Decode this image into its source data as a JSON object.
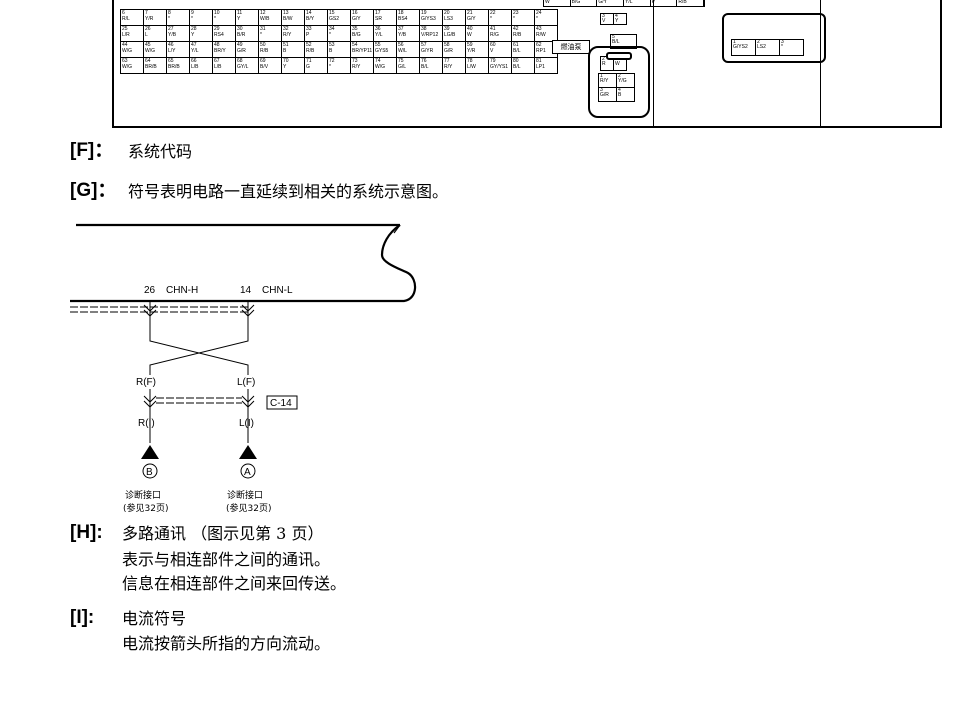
{
  "connector_table": {
    "rows": [
      [
        [
          "6",
          "R/L"
        ],
        [
          "7",
          "Y/R"
        ],
        [
          "8",
          "*"
        ],
        [
          "9",
          "*"
        ],
        [
          "10",
          "*"
        ],
        [
          "11",
          "Y"
        ],
        [
          "12",
          "W/B"
        ],
        [
          "13",
          "B/W"
        ],
        [
          "14",
          "B/Y"
        ],
        [
          "15",
          "GS2"
        ],
        [
          "16",
          "G/Y"
        ],
        [
          "17",
          "SR"
        ],
        [
          "18",
          "BS4"
        ],
        [
          "19",
          "G/YS3"
        ],
        [
          "20",
          "LS3"
        ],
        [
          "21",
          "G/Y"
        ],
        [
          "22",
          "*"
        ],
        [
          "23",
          "*"
        ],
        [
          "24",
          "*"
        ]
      ],
      [
        [
          "25",
          "L/R"
        ],
        [
          "26",
          "L"
        ],
        [
          "27",
          "Y/B"
        ],
        [
          "28",
          "Y"
        ],
        [
          "29",
          "RS4"
        ],
        [
          "30",
          "B/R"
        ],
        [
          "31",
          "*"
        ],
        [
          "32",
          "R/Y"
        ],
        [
          "33",
          "P"
        ],
        [
          "34",
          "*"
        ],
        [
          "35",
          "B/G"
        ],
        [
          "36",
          "Y/L"
        ],
        [
          "37",
          "Y/B"
        ],
        [
          "38",
          "V/RP12"
        ],
        [
          "39",
          "LG/B"
        ],
        [
          "40",
          "W"
        ],
        [
          "41",
          "R/G"
        ],
        [
          "42",
          "R/B"
        ],
        [
          "43",
          "R/W"
        ]
      ],
      [
        [
          "44",
          "W/G"
        ],
        [
          "45",
          "W/G"
        ],
        [
          "46",
          "L/Y"
        ],
        [
          "47",
          "Y/L"
        ],
        [
          "48",
          "BR/Y"
        ],
        [
          "49",
          "G/R"
        ],
        [
          "50",
          "R/B"
        ],
        [
          "51",
          "B"
        ],
        [
          "52",
          "R/B"
        ],
        [
          "53",
          "B"
        ],
        [
          "54",
          "BR/YP11"
        ],
        [
          "55",
          "GYS5"
        ],
        [
          "56",
          "W/L"
        ],
        [
          "57",
          "G/YR"
        ],
        [
          "58",
          "G/R"
        ],
        [
          "59",
          "Y/R"
        ],
        [
          "60",
          "V"
        ],
        [
          "61",
          "B/L"
        ],
        [
          "62",
          "RP1"
        ]
      ],
      [
        [
          "63",
          "W/G"
        ],
        [
          "64",
          "BR/B"
        ],
        [
          "65",
          "BR/B"
        ],
        [
          "66",
          "L/B"
        ],
        [
          "67",
          "L/B"
        ],
        [
          "68",
          "GY/L"
        ],
        [
          "69",
          "B/V"
        ],
        [
          "70",
          "Y"
        ],
        [
          "71",
          "G"
        ],
        [
          "72",
          "*"
        ],
        [
          "73",
          "R/Y"
        ],
        [
          "74",
          "W/G"
        ],
        [
          "75",
          "G/L"
        ],
        [
          "76",
          "B/L"
        ],
        [
          "77",
          "R/Y"
        ],
        [
          "78",
          "L/W"
        ],
        [
          "79",
          "GY/YS1"
        ],
        [
          "80",
          "B/L"
        ],
        [
          "81",
          "LP1"
        ]
      ]
    ],
    "side_cells": {
      "a": [
        "3",
        "V"
      ],
      "b": [
        "4",
        "Y"
      ],
      "c": [
        "5",
        "B/L"
      ],
      "d": [
        "2",
        "R"
      ],
      "e": [
        "1",
        "W"
      ]
    },
    "top_strip": [
      "W",
      "B/G",
      "G/Y",
      "Y/L",
      "P",
      "R/B"
    ],
    "fuel_pump_label": "燃油泵",
    "fuel_pump_pins": [
      [
        "1",
        "R/Y"
      ],
      [
        "2",
        "Y/G"
      ],
      [
        "3",
        "G/R"
      ],
      [
        "4",
        "B"
      ]
    ],
    "right_pins": [
      [
        "1",
        "G/YS2"
      ],
      [
        "2",
        "LS2"
      ],
      [
        "3",
        "*"
      ]
    ]
  },
  "sections": {
    "F": {
      "label": "[F]：",
      "text": "系统代码"
    },
    "G": {
      "label": "[G]：",
      "text": "符号表明电路一直延续到相关的系统示意图。"
    },
    "H": {
      "label": "[H]:",
      "lines": [
        "多路通讯 （图示见第 3 页）",
        "表示与相连部件之间的通讯。",
        "信息在相连部件之间来回传送。"
      ]
    },
    "I": {
      "label": "[I]:",
      "lines": [
        "电流符号",
        "电流按箭头所指的方向流动。"
      ]
    }
  },
  "diagram": {
    "pin_left": "26",
    "signal_left": "CHN-H",
    "pin_right": "14",
    "signal_right": "CHN-L",
    "label_rf": "R(F)",
    "label_lf": "L(F)",
    "connector_code": "C-14",
    "label_ri": "R(I)",
    "label_li": "L(I)",
    "terminal_b": "B",
    "terminal_a": "A",
    "diag_port_1": "诊断接口",
    "diag_ref_1": "(参见32页)",
    "diag_port_2": "诊断接口",
    "diag_ref_2": "(参见32页)"
  }
}
